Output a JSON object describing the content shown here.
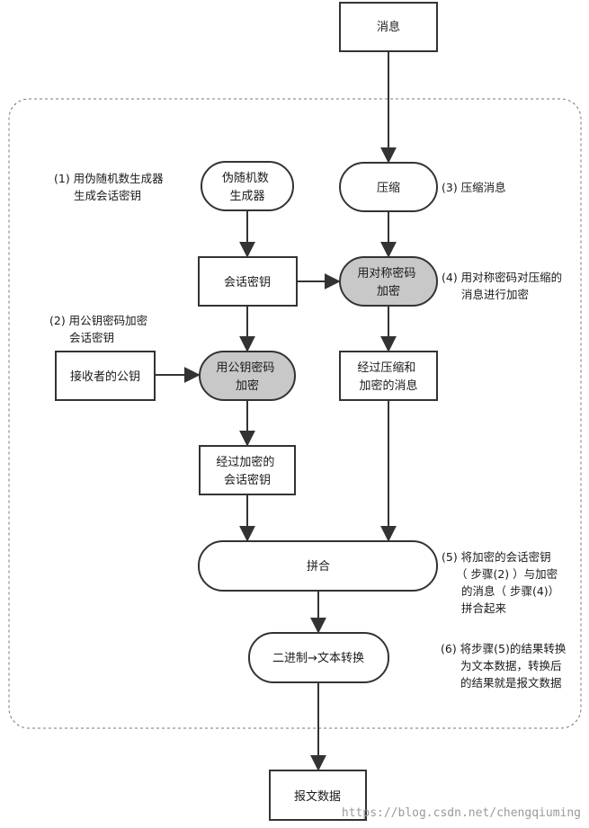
{
  "nodes": {
    "message": [
      "消息"
    ],
    "prng": [
      "伪随机数",
      "生成器"
    ],
    "compress": [
      "压缩"
    ],
    "session_key": [
      "会话密钥"
    ],
    "symmetric_encrypt": [
      "用对称密码",
      "加密"
    ],
    "receiver_pubkey": [
      "接收者的公钥"
    ],
    "pubkey_encrypt": [
      "用公钥密码",
      "加密"
    ],
    "compressed_encrypted_msg": [
      "经过压缩和",
      "加密的消息"
    ],
    "encrypted_session_key": [
      "经过加密的",
      "会话密钥"
    ],
    "concat": [
      "拼合"
    ],
    "bin_to_text": [
      "二进制→文本转换"
    ],
    "message_data": [
      "报文数据"
    ]
  },
  "notes": {
    "step1": [
      "(1) 用伪随机数生成器",
      "生成会话密钥"
    ],
    "step2": [
      "(2) 用公钥密码加密",
      "会话密钥"
    ],
    "step3": [
      "(3) 压缩消息"
    ],
    "step4": [
      "(4) 用对称密码对压缩的",
      "消息进行加密"
    ],
    "step5": [
      "(5) 将加密的会话密钥",
      "（ 步骤(2) ）与加密",
      "的消息（ 步骤(4)）",
      "拼合起来"
    ],
    "step6": [
      "(6) 将步骤(5)的结果转换",
      "为文本数据，转换后",
      "的结果就是报文数据"
    ]
  },
  "watermark": "https://blog.csdn.net/chengqiuming",
  "colors": {
    "stroke": "#333333",
    "highlight_fill": "#c8c8c8",
    "border_dash": "#777777"
  }
}
